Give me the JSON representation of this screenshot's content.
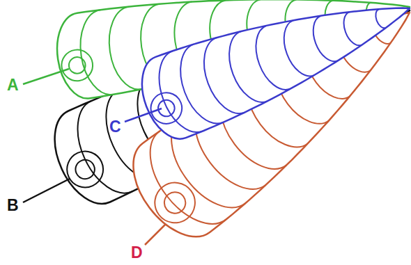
{
  "diagram": {
    "labels": [
      "A",
      "C",
      "B",
      "D"
    ]
  }
}
